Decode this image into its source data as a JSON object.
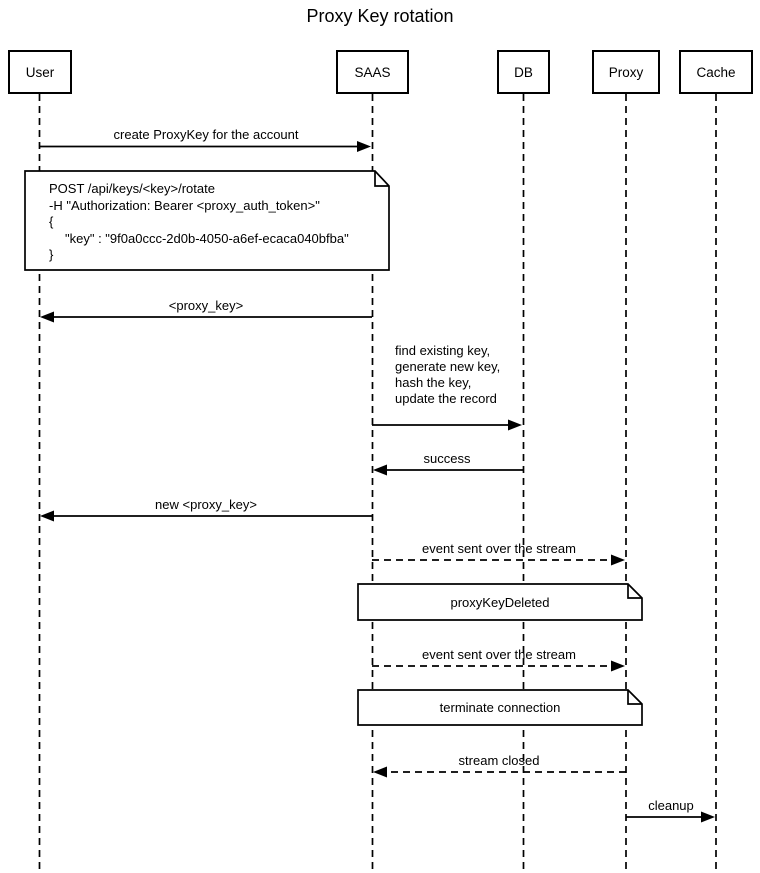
{
  "title": "Proxy Key rotation",
  "participants": [
    {
      "name": "User"
    },
    {
      "name": "SAAS"
    },
    {
      "name": "DB"
    },
    {
      "name": "Proxy"
    },
    {
      "name": "Cache"
    }
  ],
  "messages": [
    {
      "label": "create ProxyKey for the account",
      "from": "User",
      "to": "SAAS",
      "line": "solid"
    },
    {
      "label": "<proxy_key>",
      "from": "SAAS",
      "to": "User",
      "line": "solid"
    },
    {
      "lines": [
        "find existing key,",
        "generate new key,",
        "hash the key,",
        "update the record"
      ],
      "from": "SAAS",
      "to": "DB",
      "line": "solid"
    },
    {
      "label": "success",
      "from": "DB",
      "to": "SAAS",
      "line": "solid"
    },
    {
      "label": "new <proxy_key>",
      "from": "SAAS",
      "to": "User",
      "line": "solid"
    },
    {
      "label": "event sent over the stream",
      "from": "SAAS",
      "to": "Proxy",
      "line": "dashed"
    },
    {
      "label": "event sent over the stream",
      "from": "SAAS",
      "to": "Proxy",
      "line": "dashed"
    },
    {
      "label": "stream closed",
      "from": "Proxy",
      "to": "SAAS",
      "line": "dashed"
    },
    {
      "label": "cleanup",
      "from": "Proxy",
      "to": "Cache",
      "line": "solid"
    }
  ],
  "notes": [
    {
      "over": "User,SAAS",
      "lines": [
        "POST /api/keys/<key>/rotate",
        "-H \"Authorization: Bearer <proxy_auth_token>\"",
        "{",
        "\"key\" : \"9f0a0ccc-2d0b-4050-a6ef-ecaca040bfba\"",
        "}"
      ]
    },
    {
      "over": "SAAS,Proxy",
      "label": "proxyKeyDeleted"
    },
    {
      "over": "SAAS,Proxy",
      "label": "terminate connection"
    }
  ],
  "colors": {
    "line": "#000000",
    "text": "#000000",
    "background": "#ffffff"
  }
}
